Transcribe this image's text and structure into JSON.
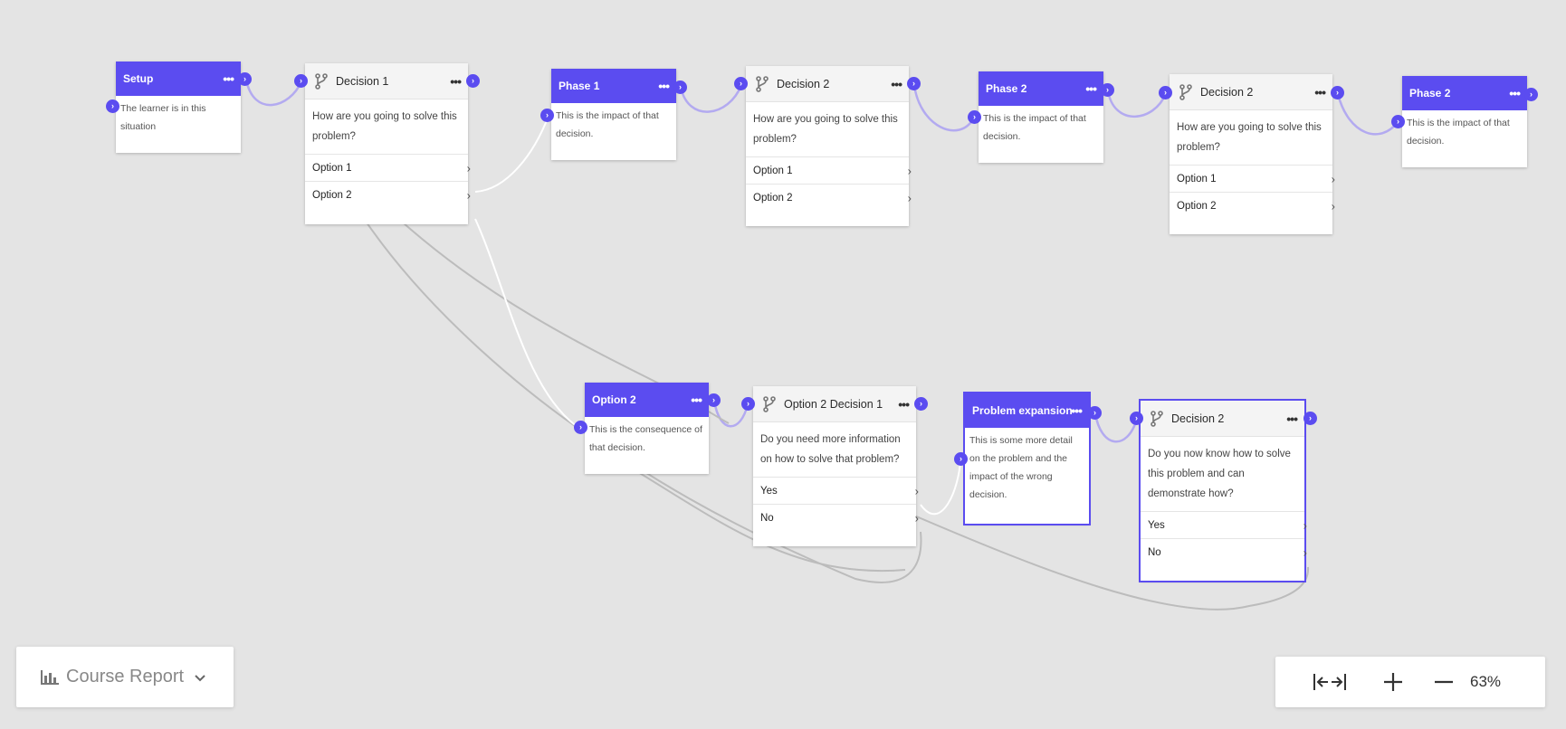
{
  "colors": {
    "accent": "#5b4cf0",
    "canvas": "#e4e4e4",
    "wire_flow": "#b3aaf0",
    "wire_branch": "#bcbcbc",
    "wire_active": "#ffffff"
  },
  "nodes": {
    "setup": {
      "title": "Setup",
      "text": "The learner is in this situation"
    },
    "decision1": {
      "title": "Decision 1",
      "question": "How are you going to solve this problem?",
      "options": [
        "Option 1",
        "Option 2"
      ]
    },
    "phase1": {
      "title": "Phase 1",
      "text": "This is the impact of that decision."
    },
    "decision2a": {
      "title": "Decision 2",
      "question": "How are you going to solve this problem?",
      "options": [
        "Option 1",
        "Option 2"
      ]
    },
    "phase2a": {
      "title": "Phase 2",
      "text": "This is the impact of that decision."
    },
    "decision2b": {
      "title": "Decision 2",
      "question": "How are you going to solve this problem?",
      "options": [
        "Option 1",
        "Option 2"
      ]
    },
    "phase2b": {
      "title": "Phase 2",
      "text": "This is the impact of that decision."
    },
    "option2": {
      "title": "Option 2",
      "text": "This is the consequence of that decision."
    },
    "option2decision1": {
      "title": "Option 2 Decision 1",
      "question": "Do you need more information on how to solve that problem?",
      "options": [
        "Yes",
        "No"
      ]
    },
    "problemexpansion": {
      "title": "Problem expansion",
      "text": "This is some more detail on the problem and the impact of the wrong decision."
    },
    "decision2c": {
      "title": "Decision 2",
      "question": "Do you now know how to solve this problem and can demonstrate how?",
      "options": [
        "Yes",
        "No"
      ]
    }
  },
  "course_report": {
    "label": "Course Report",
    "icon": "bar-chart-icon"
  },
  "zoom": {
    "value": "63%",
    "icons": [
      "fit-width-icon",
      "zoom-in-icon",
      "zoom-out-icon"
    ]
  }
}
